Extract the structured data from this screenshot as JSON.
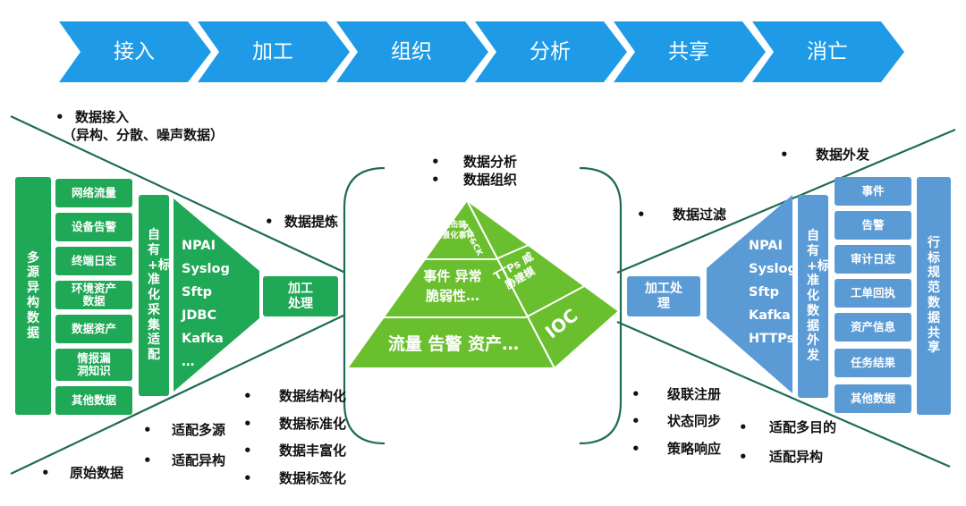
{
  "stages": [
    "接入",
    "加工",
    "组织",
    "分析",
    "共享",
    "消亡"
  ],
  "left": {
    "source_label": "多源异构数据",
    "sources": [
      "网络流量",
      "设备告警",
      "终端日志",
      "环境资产数据",
      "数据资产",
      "情报漏洞知识",
      "其他数据"
    ],
    "collect_label": "自有+标准化采集适配",
    "protocols": [
      "NPAI",
      "Syslog",
      "Sftp",
      "JDBC",
      "Kafka",
      "…"
    ],
    "process_label": "加工处理"
  },
  "right": {
    "process_label": "加工处理",
    "protocols": [
      "NPAI",
      "Syslog",
      "Sftp",
      "Kafka",
      "HTTPs"
    ],
    "output_label": "自有+标准化数据外发",
    "targets": [
      "事件",
      "告警",
      "审计日志",
      "工单回执",
      "资产信息",
      "任务结果",
      "其他数据"
    ],
    "spec_label": "行标规范数据共享"
  },
  "pyramid": {
    "base": "流量 告警 资产…",
    "mid": "事件 异常 脆弱性…",
    "top1": "攻击链",
    "top2": "场景化事件",
    "top_side": "ATT&CK",
    "ttps": "TTPs 威胁建模",
    "ioc": "IOC"
  },
  "bullets": {
    "access_title": "数据接入",
    "access_sub": "（异构、分散、噪声数据）",
    "extract": "数据提炼",
    "analysis": "数据分析",
    "organize": "数据组织",
    "filter": "数据过滤",
    "outgoing": "数据外发",
    "multi_source": "适配多源",
    "heterogeneous_left": "适配异构",
    "raw": "原始数据",
    "structure": "数据结构化",
    "standard": "数据标准化",
    "enrich": "数据丰富化",
    "tag": "数据标签化",
    "cascade": "级联注册",
    "sync": "状态同步",
    "policy": "策略响应",
    "multi_purpose": "适配多目的",
    "heterogeneous_right": "适配异构"
  },
  "colors": {
    "chevron": "#1e9ae6",
    "green": "#1fa855",
    "blue": "#5b9bd5",
    "line": "#1f6b55",
    "pyramid": "#6abf2e"
  }
}
